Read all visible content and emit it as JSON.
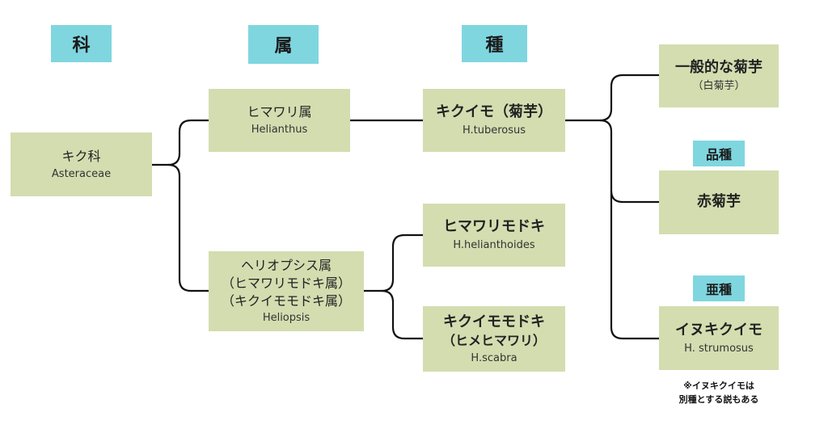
{
  "headers": {
    "family": "科",
    "genus": "属",
    "species": "種"
  },
  "nodes": {
    "asteraceae": {
      "jp": "キク科",
      "lat": "Asteraceae"
    },
    "helianthus": {
      "jp": "ヒマワリ属",
      "lat": "Helianthus"
    },
    "heliopsis": {
      "jp": "ヘリオプシス属",
      "jp2": "（ヒマワリモドキ属）",
      "jp3": "（キクイモモドキ属）",
      "lat": "Heliopsis"
    },
    "tuberosus": {
      "jp": "キクイモ（菊芋）",
      "lat": "H.tuberosus"
    },
    "helianthoides": {
      "jp": "ヒマワリモドキ",
      "lat": "H.helianthoides"
    },
    "scabra": {
      "jp": "キクイモモドキ",
      "jp2": "（ヒメヒマワリ）",
      "lat": "H.scabra"
    },
    "common": {
      "jp": "一般的な菊芋",
      "jp2": "（白菊芋）"
    },
    "red": {
      "jp": "赤菊芋"
    },
    "strumosus": {
      "jp": "イヌキクイモ",
      "lat": "H. strumosus"
    }
  },
  "tags": {
    "cultivar": "品種",
    "subspecies": "亜種"
  },
  "note": {
    "line1": "※イヌキクイモは",
    "line2": "別種とする説もある"
  }
}
